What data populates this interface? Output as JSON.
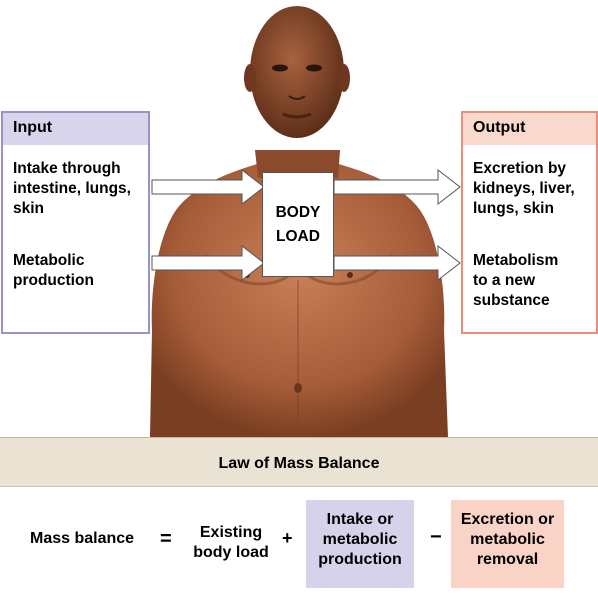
{
  "input": {
    "title": "Input",
    "items": [
      "Intake through\nintestine, lungs,\nskin",
      "Metabolic\nproduction"
    ]
  },
  "output": {
    "title": "Output",
    "items": [
      "Excretion by\nkidneys, liver,\nlungs, skin",
      "Metabolism\nto a new\nsubstance"
    ]
  },
  "center": {
    "label": "BODY\nLOAD"
  },
  "law": {
    "title": "Law of Mass Balance",
    "lhs": "Mass balance",
    "equals": "=",
    "term1": "Existing\nbody load",
    "plus": "+",
    "term2": "Intake or\nmetabolic\nproduction",
    "minus": "−",
    "term3": "Excretion or\nmetabolic\nremoval"
  },
  "colors": {
    "input_accent": "#9a93c9",
    "output_accent": "#e98e7b",
    "panel_header": "#eae2d2",
    "skin": "#b8704a"
  }
}
